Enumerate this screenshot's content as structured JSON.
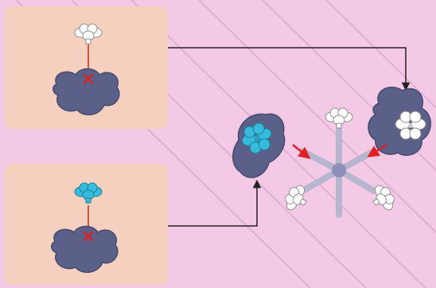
{
  "figure": {
    "kind": "molecular-docking schematic",
    "panels": [
      {
        "id": "panel-top",
        "ligand_color": "white",
        "ligand": "white-flower-ligand",
        "target": "slate-blob-receptor",
        "bond_mark": "red-x"
      },
      {
        "id": "panel-bottom",
        "ligand_color": "cyan",
        "ligand": "cyan-flower-ligand",
        "target": "slate-blob-receptor",
        "bond_mark": "red-x"
      }
    ],
    "hub": {
      "shape": "six-arm-star",
      "arm_tips": [
        "top",
        "top-right",
        "bottom-right",
        "bottom",
        "bottom-left",
        "top-left"
      ],
      "tip_ligands": [
        "white",
        "white",
        "white",
        "white",
        "white",
        "white"
      ]
    },
    "complexes": [
      {
        "id": "complex-cyan",
        "receptor": "slate-blob",
        "bound_ligand": "cyan",
        "side": "left"
      },
      {
        "id": "complex-white",
        "receptor": "slate-blob",
        "bound_ligand": "white",
        "side": "right"
      }
    ]
  },
  "colors": {
    "background": "#f3c9e5",
    "stripe": "#d9a8c9",
    "panel": "#f6d0bf",
    "receptor": "#5b6088",
    "receptor_dark": "#454a70",
    "hub": "#b6b6cf",
    "hub_center": "#8e8fb8",
    "cyan_ligand": "#35bcdc",
    "white_ligand": "#ffffff",
    "bond": "#e02020",
    "tether": "#d3533f",
    "arrow": "#222222"
  }
}
